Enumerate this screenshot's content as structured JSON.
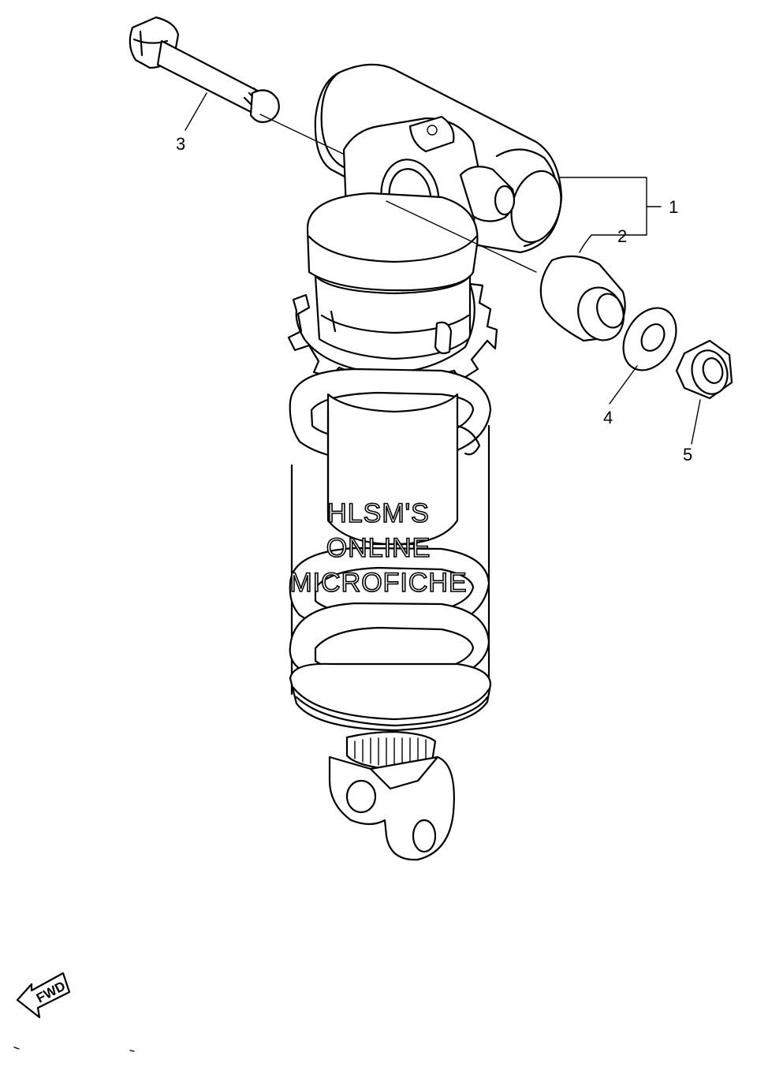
{
  "callouts": [
    {
      "id": "1",
      "label": "1"
    },
    {
      "id": "2",
      "label": "2"
    },
    {
      "id": "3",
      "label": "3"
    },
    {
      "id": "4",
      "label": "4"
    },
    {
      "id": "5",
      "label": "5"
    }
  ],
  "watermark": {
    "line1": "HLSM'S",
    "line2": "ONLINE",
    "line3": "MICROFICHE"
  },
  "direction_arrow": {
    "label": "FWD"
  }
}
